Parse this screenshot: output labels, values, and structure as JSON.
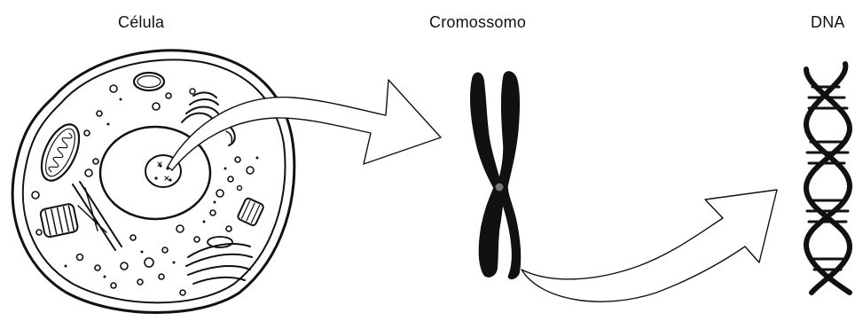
{
  "labels": {
    "cell": "Célula",
    "chromosome": "Cromossomo",
    "dna": "DNA"
  },
  "colors": {
    "ink": "#111111",
    "background": "#ffffff"
  },
  "icons": {
    "cell": "cell-illustration-icon",
    "chromosome": "chromosome-icon",
    "dna": "dna-double-helix-icon",
    "arrow": "curved-arrow-icon"
  }
}
